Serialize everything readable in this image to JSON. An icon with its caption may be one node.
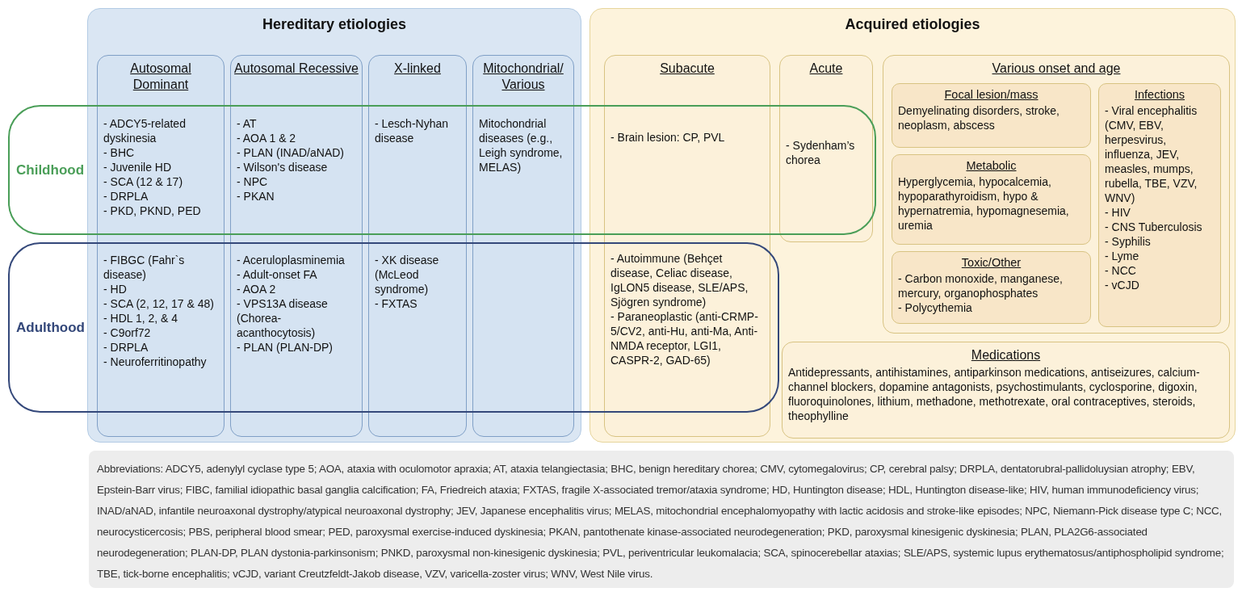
{
  "diagram": {
    "nodes": [
      {
        "text": [
          "Hereditary etiologies"
        ]
      },
      {
        "text": [
          "Autosomal Dominant",
          "- ADCY5-related dyskinesia",
          "- BHC",
          "- Juvenile HD",
          "- SCA (12 & 17)",
          "- DRPLA",
          "- PKD, PKND, PED",
          "- FIBGC (Fahr`s disease)",
          "- HD",
          "- SCA (2, 12, 17 & 48)",
          "- HDL 1, 2, & 4",
          "- C9orf72",
          "- DRPLA",
          "- Neuroferritinopathy"
        ],
        "in": 0
      },
      {
        "text": [
          "Autosomal Recessive",
          "- AT",
          "- AOA 1 & 2",
          "- PLAN (INAD/aNAD)",
          "- Wilson's disease",
          "- NPC",
          "- PKAN",
          "- Aceruloplasminemia",
          "- Adult-onset FA",
          "- AOA 2",
          "- VPS13A disease (Chorea-acanthocytosis)",
          "- PLAN (PLAN-DP)"
        ],
        "in": 0
      },
      {
        "text": [
          "X-linked",
          "- Lesch-Nyhan disease",
          "- XK disease (McLeod syndrome)",
          "- FXTAS"
        ],
        "in": 0
      },
      {
        "text": [
          "Mitochondrial/ Various",
          "Mitochondrial diseases (e.g., Leigh syndrome, MELAS)"
        ],
        "in": 0
      },
      {
        "text": [
          "Acquired etiologies"
        ]
      },
      {
        "text": [
          "Subacute",
          "- Brain lesion: CP, PVL",
          "- Autoimmune (Behçet disease, Celiac disease, IgLON5 disease, SLE/APS, Sjögren syndrome)",
          "- Paraneoplastic (anti-CRMP-5/CV2, anti-Hu, anti-Ma, Anti-NMDA receptor, LGI1, CASPR-2, GAD-65)"
        ],
        "in": 5
      },
      {
        "text": [
          "Acute",
          "- Sydenham’s chorea"
        ],
        "in": 5
      },
      {
        "text": [
          "Various onset and age"
        ],
        "in": 5
      },
      {
        "text": [
          "Focal lesion/mass",
          "Demyelinating disorders, stroke, neoplasm, abscess"
        ],
        "in": 8
      },
      {
        "text": [
          "Metabolic",
          "Hyperglycemia, hypocalcemia, hypoparathyroidism, hypo & hypernatremia, hypomagnesemia, uremia"
        ],
        "in": 8
      },
      {
        "text": [
          "Toxic/Other",
          "- Carbon monoxide, manganese, mercury, organophosphates",
          "- Polycythemia"
        ],
        "in": 8
      },
      {
        "text": [
          "Infections",
          "- Viral encephalitis (CMV, EBV, herpesvirus, influenza, JEV, measles, mumps, rubella, TBE, VZV, WNV)",
          "- HIV",
          "- CNS Tuberculosis",
          "- Syphilis",
          "- Lyme",
          "- NCC",
          "- vCJD"
        ],
        "in": 8
      },
      {
        "text": [
          "Medications",
          "Antidepressants, antihistamines, antiparkinson medications, antiseizures, calcium-channel blockers, dopamine antagonists, psychostimulants, cyclosporine, digoxin, fluoroquinolones, lithium, methadone, methotrexate, oral contraceptives, steroids, theophylline"
        ],
        "in": 5
      },
      {
        "text": [
          "Childhood"
        ]
      },
      {
        "text": [
          "Adulthood"
        ]
      }
    ],
    "labels": [
      "Abbreviations: ADCY5, adenylyl cyclase type 5; AOA, ataxia with oculomotor apraxia; AT, ataxia telangiectasia; BHC, benign hereditary chorea; CMV, cytomegalovirus; CP, cerebral palsy; DRPLA, dentatorubral-pallidoluysian atrophy; EBV, Epstein-Barr virus; FIBC, familial idiopathic basal ganglia calcification; FA, Friedreich ataxia; FXTAS, fragile X-associated tremor/ataxia syndrome; HD, Huntington disease; HDL, Huntington disease-like; HIV, human immunodeficiency virus; INAD/aNAD, infantile neuroaxonal dystrophy/atypical neuroaxonal dystrophy; JEV, Japanese encephalitis virus; MELAS, mitochondrial encephalomyopathy with lactic acidosis and stroke-like episodes; NPC, Niemann-Pick disease type C; NCC, neurocysticercosis; PBS, peripheral blood smear; PED, paroxysmal exercise-induced dyskinesia; PKAN, pantothenate kinase-associated neurodegeneration; PKD, paroxysmal kinesigenic dyskinesia; PLAN, PLA2G6-associated neurodegeneration; PLAN-DP, PLAN dystonia-parkinsonism; PNKD, paroxysmal non-kinesigenic dyskinesia; PVL, periventricular leukomalacia; SCA, spinocerebellar ataxias; SLE/APS, systemic lupus erythematosus/antiphospholipid syndrome; TBE, tick-borne encephalitis; vCJD, variant Creutzfeldt-Jakob disease, VZV, varicella-zoster virus; WNV, West Nile virus."
    ]
  }
}
